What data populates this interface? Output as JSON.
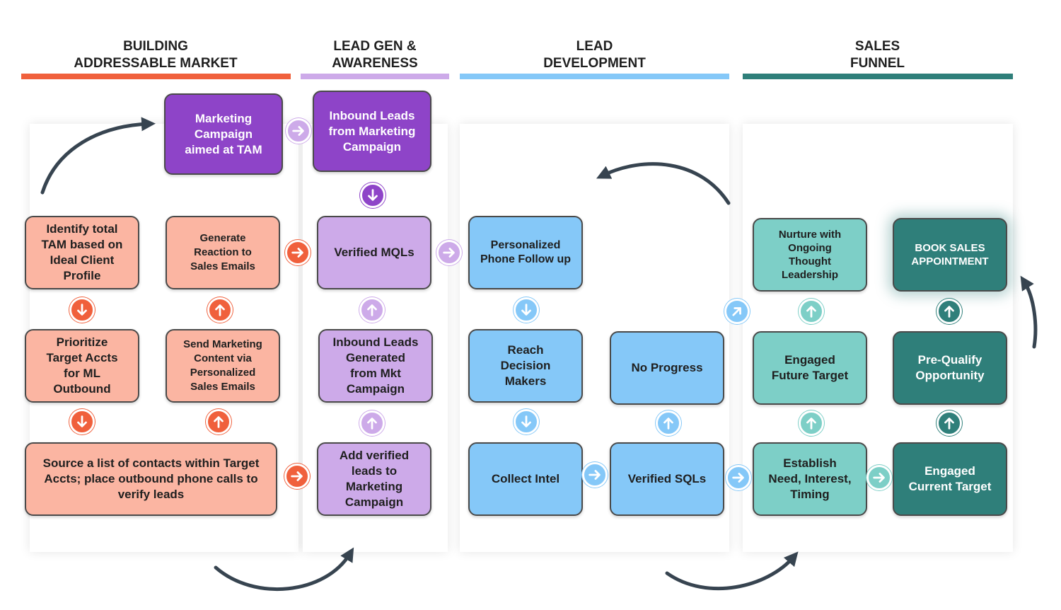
{
  "colors": {
    "orange": "#f0603c",
    "lilac": "#cdaae9",
    "light_blue": "#85c8f8",
    "teal": "#2f7f7a",
    "purple": "#8e44c8",
    "mint": "#7dcfc7",
    "salmon": "#fbb5a2",
    "curve_arrow": "#374450"
  },
  "columns": {
    "building": "BUILDING\nADDRESSABLE MARKET",
    "leadgen": "LEAD GEN &\nAWARENESS",
    "leaddev": "LEAD\nDEVELOPMENT",
    "sales": "SALES\nFUNNEL"
  },
  "nodes": {
    "marketing_campaign": "Marketing\nCampaign\naimed at TAM",
    "inbound_leads_campaign": "Inbound Leads\nfrom Marketing\nCampaign",
    "identify_tam": "Identify total\nTAM based on\nIdeal Client\nProfile",
    "generate_reaction": "Generate\nReaction to\nSales Emails",
    "verified_mqls": "Verified MQLs",
    "personalized_phone": "Personalized\nPhone Follow up",
    "nurture": "Nurture with\nOngoing\nThought\nLeadership",
    "book_sales": "BOOK SALES\nAPPOINTMENT",
    "prioritize": "Prioritize\nTarget Accts\nfor ML\nOutbound",
    "send_marketing": "Send Marketing\nContent via\nPersonalized\nSales Emails",
    "inbound_generated": "Inbound Leads\nGenerated\nfrom Mkt\nCampaign",
    "reach_decision": "Reach\nDecision\nMakers",
    "no_progress": "No Progress",
    "engaged_future": "Engaged\nFuture Target",
    "pre_qualify": "Pre-Qualify\nOpportunity",
    "source_list": "Source a list of contacts within Target\nAccts; place outbound phone calls to\nverify leads",
    "add_verified": "Add verified\nleads to\nMarketing\nCampaign",
    "collect_intel": "Collect Intel",
    "verified_sqls": "Verified SQLs",
    "establish_need": "Establish\nNeed, Interest,\nTiming",
    "engaged_current": "Engaged\nCurrent Target"
  }
}
